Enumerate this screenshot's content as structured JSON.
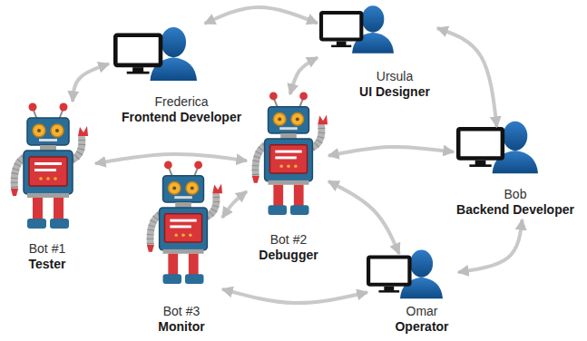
{
  "diagram": {
    "nodes": [
      {
        "text": [
          "Frederica",
          "Frontend Developer"
        ]
      },
      {
        "text": [
          "Ursula",
          "UI Designer"
        ]
      },
      {
        "text": [
          "Bot #1",
          "Tester"
        ]
      },
      {
        "text": [
          "Bot #2",
          "Debugger"
        ]
      },
      {
        "text": [
          "Bob",
          "Backend Developer"
        ]
      },
      {
        "text": [
          "Bot #3",
          "Monitor"
        ]
      },
      {
        "text": [
          "Omar",
          "Operator"
        ]
      }
    ],
    "edges": [
      {
        "from": 0,
        "to": 1,
        "arrow": "both"
      },
      {
        "from": 0,
        "to": 2,
        "arrow": "both"
      },
      {
        "from": 1,
        "to": 3,
        "arrow": "both"
      },
      {
        "from": 1,
        "to": 4,
        "arrow": "both"
      },
      {
        "from": 2,
        "to": 3,
        "arrow": "both"
      },
      {
        "from": 3,
        "to": 4,
        "arrow": "both"
      },
      {
        "from": 3,
        "to": 5,
        "arrow": "both"
      },
      {
        "from": 3,
        "to": 6,
        "arrow": "both"
      },
      {
        "from": 5,
        "to": 6,
        "arrow": "both"
      },
      {
        "from": 6,
        "to": 4,
        "arrow": "both"
      }
    ]
  }
}
